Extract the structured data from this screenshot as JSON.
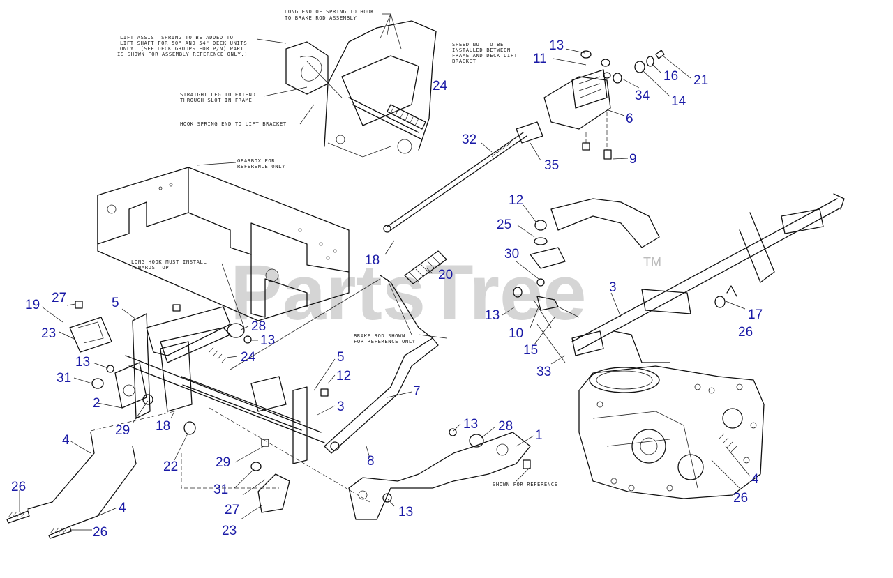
{
  "watermark": {
    "text": "PartsTree",
    "trademark": "TM"
  },
  "notes": {
    "spring_hook_1": "LONG END OF SPRING TO HOOK",
    "spring_hook_2": "TO BRAKE ROD ASSEMBLY",
    "lift_assist_1": "LIFT ASSIST SPRING TO BE ADDED TO",
    "lift_assist_2": "LIFT SHAFT FOR 50\" AND 54\" DECK UNITS",
    "lift_assist_3": "ONLY. (SEE DECK GROUPS FOR P/N) PART",
    "lift_assist_4": "IS SHOWN FOR ASSEMBLY REFERENCE ONLY.)",
    "straight_leg_1": "STRAIGHT LEG TO EXTEND",
    "straight_leg_2": "THROUGH SLOT IN FRAME",
    "hook_spring": "HOOK SPRING END TO LIFT BRACKET",
    "speed_nut_1": "SPEED NUT TO BE",
    "speed_nut_2": "INSTALLED BETWEEN",
    "speed_nut_3": "FRAME AND DECK LIFT",
    "speed_nut_4": "BRACKET",
    "gearbox_1": "GEARBOX FOR",
    "gearbox_2": "REFERENCE ONLY",
    "long_hook_1": "LONG HOOK MUST INSTALL",
    "long_hook_2": "TOWARDS TOP",
    "brake_rod_1": "BRAKE ROD SHOWN",
    "brake_rod_2": "FOR REFERENCE ONLY",
    "shown_ref": "SHOWN FOR REFERENCE"
  },
  "callouts": {
    "c13a": "13",
    "c11": "11",
    "c16": "16",
    "c21": "21",
    "c24a": "24",
    "c34": "34",
    "c14": "14",
    "c6": "6",
    "c32": "32",
    "c9": "9",
    "c35": "35",
    "c12a": "12",
    "c25": "25",
    "c18a": "18",
    "c20": "20",
    "c30": "30",
    "c3a": "3",
    "c17": "17",
    "c27a": "27",
    "c19": "19",
    "c5a": "5",
    "c13b": "13",
    "c10": "10",
    "c26a": "26",
    "c23a": "23",
    "c28a": "28",
    "c13c": "13",
    "c15": "15",
    "c24b": "24",
    "c13d": "13",
    "c33": "33",
    "c31a": "31",
    "c5b": "5",
    "c12b": "12",
    "c2": "2",
    "c7": "7",
    "c3b": "3",
    "c29a": "29",
    "c18b": "18",
    "c13e": "13",
    "c28b": "28",
    "c4a": "4",
    "c1": "1",
    "c22": "22",
    "c8": "8",
    "c29b": "29",
    "c4b": "4",
    "c31b": "31",
    "c26b": "26",
    "c27b": "27",
    "c26c": "26",
    "c4c": "4",
    "c13f": "13",
    "c23b": "23",
    "c26d": "26"
  }
}
